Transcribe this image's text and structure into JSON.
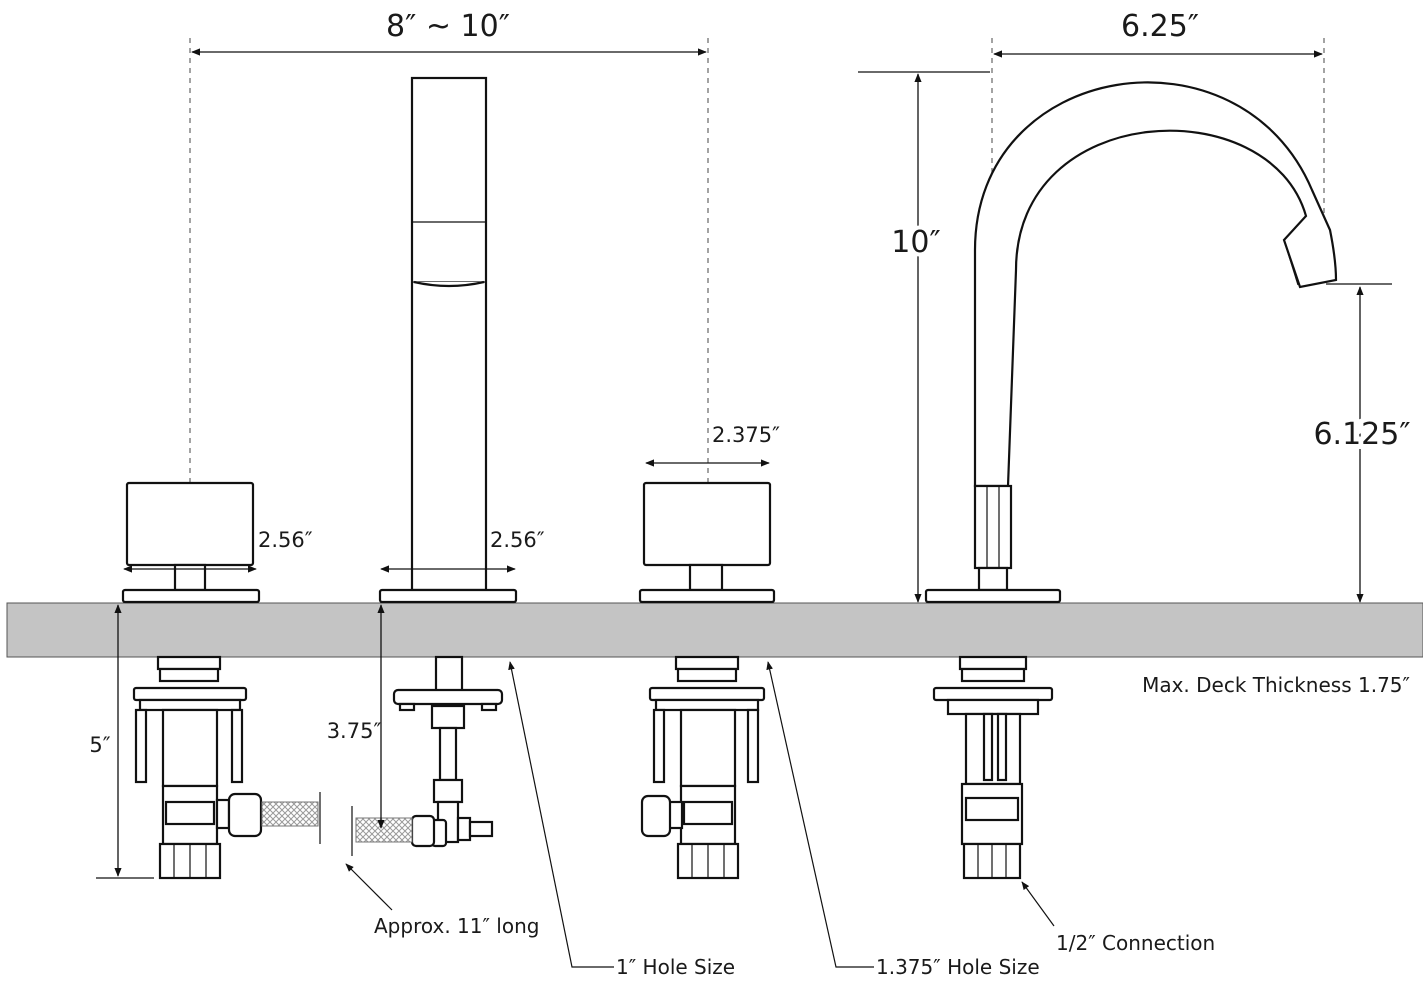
{
  "diagram": {
    "dimensions": {
      "spread": "8″ ~ 10″",
      "spout_reach": "6.25″",
      "spout_height": "10″",
      "spout_clearance": "6.125″",
      "handle_width": "2.375″",
      "handle_base_left": "2.56″",
      "sprayer_base": "2.56″",
      "valve_depth": "5″",
      "sprayer_depth": "3.75″"
    },
    "callouts": {
      "deck_thickness": "Max. Deck Thickness 1.75″",
      "hose_length": "Approx. 11″ long",
      "hole_size_small": "1″ Hole Size",
      "hole_size_large": "1.375″ Hole Size",
      "connection": "1/2″ Connection"
    },
    "colors": {
      "deck": "#c4c4c4",
      "line": "#111111",
      "hose": "#b8b8b8"
    }
  }
}
